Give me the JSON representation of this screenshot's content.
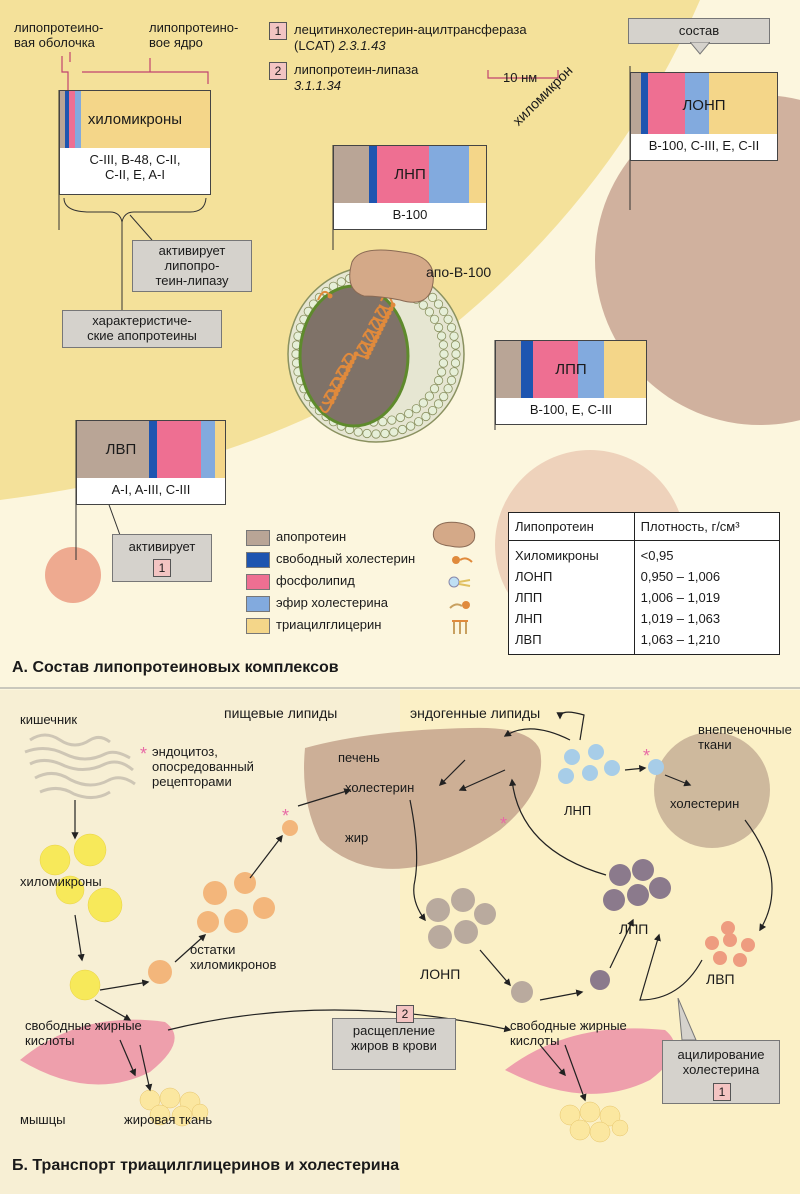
{
  "panel_a": {
    "title": "А. Состав липопротеиновых комплексов",
    "enzymes": [
      {
        "num": "1",
        "name": "лецитинхолестерин-ацилтрансфераза",
        "name2": "(LCAT)",
        "ec": "2.3.1.43"
      },
      {
        "num": "2",
        "name": "липопротеин-липаза",
        "ec": "3.1.1.34"
      }
    ],
    "scale": "10 нм",
    "shell_label": "липопротеино-\nвая оболочка",
    "core_label": "липопротеино-\nвое ядро",
    "composition_label": "состав",
    "chylomicron_label": "хиломикрон",
    "apo_b100_label": "апо-В-100",
    "activates_lpl": "активирует\nлипопро-\nтеин-липазу",
    "characteristic_apo": "характеристиче-\nские апопротеины",
    "activates": "активирует",
    "activates_num": "1",
    "particles": {
      "chylo": {
        "name": "хиломикроны",
        "apo": "C-III, B-48, C-II,\nC-II, E,  A-I"
      },
      "vldl": {
        "name": "ЛОНП",
        "apo": "B-100, C-III, E, C-II"
      },
      "ldl": {
        "name": "ЛНП",
        "apo": "B-100"
      },
      "idl": {
        "name": "ЛПП",
        "apo": "B-100, E,  C-III"
      },
      "hdl": {
        "name": "ЛВП",
        "apo": "A-I, A-III, C-III"
      }
    },
    "legend": [
      {
        "label": "апопротеин",
        "color": "#b9a596"
      },
      {
        "label": "свободный холестерин",
        "color": "#1e55b0"
      },
      {
        "label": "фосфолипид",
        "color": "#ee6f92"
      },
      {
        "label": "эфир холестерина",
        "color": "#82aade"
      },
      {
        "label": "триацилглицерин",
        "color": "#f4d689"
      }
    ],
    "table": {
      "headers": [
        "Липопротеин",
        "Плотность, г/см³"
      ],
      "rows": [
        [
          "Хиломикроны",
          "<0,95"
        ],
        [
          "ЛОНП",
          "0,950 – 1,006"
        ],
        [
          "ЛПП",
          "1,006 – 1,019"
        ],
        [
          "ЛНП",
          "1,019 – 1,063"
        ],
        [
          "ЛВП",
          "1,063 – 1,210"
        ]
      ]
    }
  },
  "panel_b": {
    "title": "Б. Транспорт триацилглицеринов и холестерина",
    "intestine": "кишечник",
    "food_lipids": "пищевые липиды",
    "endo_lipids": "эндогенные липиды",
    "extrahepatic": "внепеченочные\nткани",
    "endocytosis": "эндоцитоз,\nопосредованный\nрецепторами",
    "liver": "печень",
    "cholesterol": "холестерин",
    "cholesterol2": "холестерин",
    "fat": "жир",
    "ldl": "ЛНП",
    "chylomicrons": "хиломикроны",
    "remnants": "остатки\nхиломикронов",
    "vldl": "ЛОНП",
    "idl": "ЛПП",
    "hdl": "ЛВП",
    "ffa_left": "свободные жирные\nкислоты",
    "ffa_right": "свободные жирные\nкислоты",
    "fat_split_num": "2",
    "fat_split": "расщепление\nжиров в крови",
    "acylation": "ацилирование\nхолестерина",
    "acylation_num": "1",
    "muscles": "мышцы",
    "adipose": "жировая ткань"
  }
}
